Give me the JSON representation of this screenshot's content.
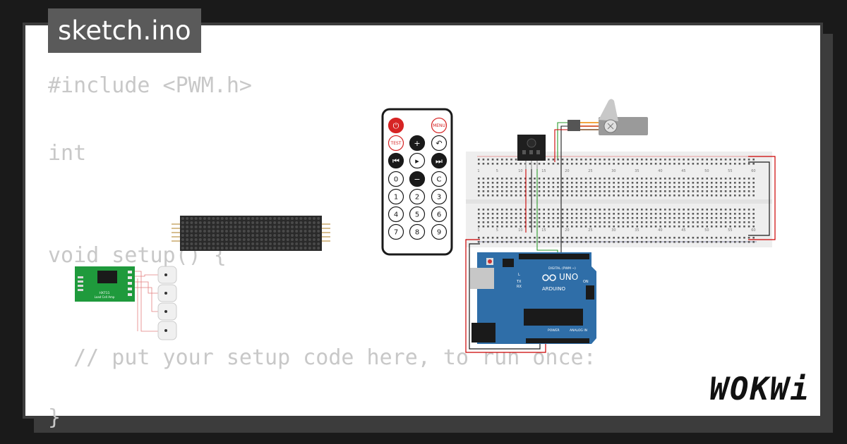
{
  "tab": {
    "title": "sketch.ino"
  },
  "code": {
    "lines": [
      "#include <PWM.h>",
      "int",
      "void setup() {",
      "  // put your setup code here, to run once:",
      "}"
    ]
  },
  "remote": {
    "buttons": [
      "TEST",
      "MENU",
      "0",
      "C",
      "1",
      "2",
      "3",
      "4",
      "5",
      "6",
      "7",
      "8",
      "9"
    ]
  },
  "arduino": {
    "brand": "ARDUINO",
    "model": "UNO",
    "labels": {
      "digital": "DIGITAL (PWM ~)",
      "power": "POWER",
      "analog": "ANALOG IN",
      "on": "ON",
      "tx": "TX",
      "rx": "RX",
      "l": "L"
    }
  },
  "hx711": {
    "title": "HX711",
    "subtitle": "Load Cell Amp"
  },
  "breadboard": {
    "col_numbers": [
      "1",
      "5",
      "10",
      "15",
      "20",
      "25",
      "30",
      "35",
      "40",
      "45",
      "50",
      "55",
      "60"
    ]
  },
  "logo": {
    "text": "WOKWi"
  },
  "colors": {
    "background": "#1a1a1a",
    "card": "#ffffff",
    "tab": "#5a5a5a",
    "code": "#c8c8c8",
    "arduino": "#2f6ea8",
    "pcb_green": "#1f9a3c"
  }
}
